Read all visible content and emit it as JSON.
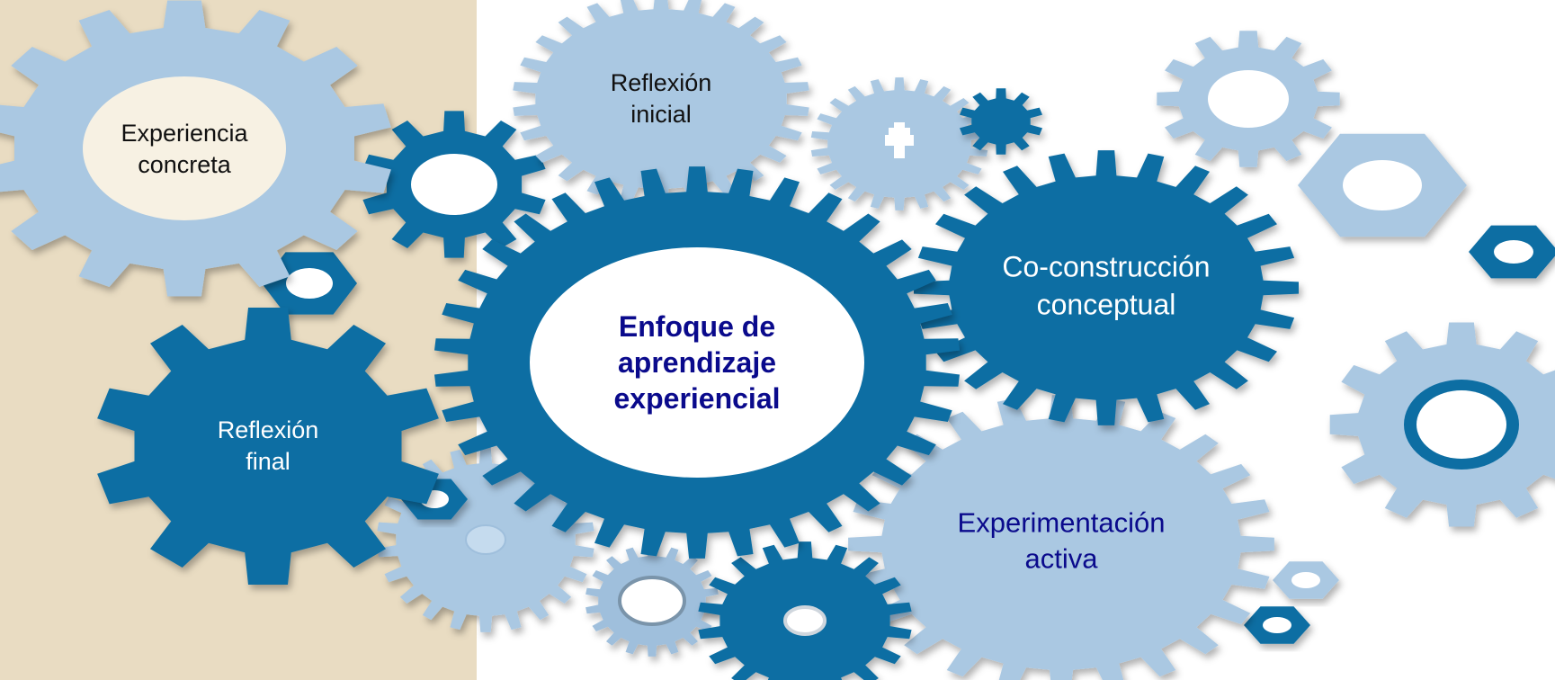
{
  "title": "Enfoque de aprendizaje experiencial",
  "nodes": [
    {
      "id": "experiencia-concreta",
      "label": "Experiencia\nconcreta",
      "text_color": "#111111",
      "gear_color": "#aac8e2"
    },
    {
      "id": "reflexion-inicial",
      "label": "Reflexión\ninicial",
      "text_color": "#111111",
      "gear_color": "#aac8e2"
    },
    {
      "id": "co-construccion-conceptual",
      "label": "Co-construcción\nconceptual",
      "text_color": "#ffffff",
      "gear_color": "#0d6ea3"
    },
    {
      "id": "reflexion-final",
      "label": "Reflexión\nfinal",
      "text_color": "#ffffff",
      "gear_color": "#0d6ea3"
    },
    {
      "id": "experimentacion-activa",
      "label": "Experimentación\nactiva",
      "text_color": "#0a0a8c",
      "gear_color": "#aac8e2"
    }
  ],
  "center": {
    "label": "Enfoque de\naprendizaje\nexperiencial",
    "text_color": "#0a0a8c",
    "gear_color": "#0d6ea3"
  },
  "colors": {
    "dark_blue": "#0d6ea3",
    "light_blue": "#aac8e2",
    "background_beige": "#e9dcc2",
    "background_white": "#ffffff"
  }
}
